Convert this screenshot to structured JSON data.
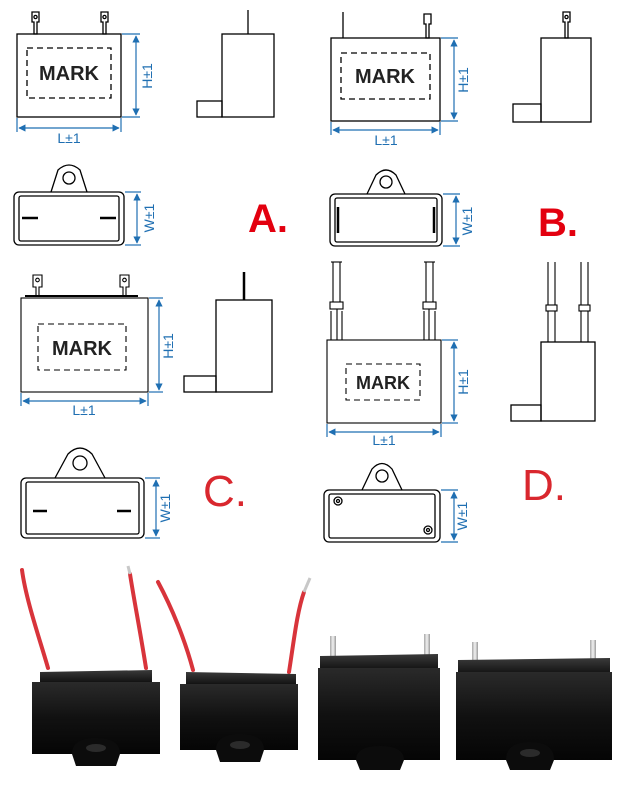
{
  "mark_text": "MARK",
  "dims": {
    "length": "L±1",
    "height": "H±1",
    "width": "W±1"
  },
  "variants": [
    {
      "letter": "A.",
      "color": "#e3000f"
    },
    {
      "letter": "B.",
      "color": "#e3000f"
    },
    {
      "letter": "C.",
      "color": "#d9272e"
    },
    {
      "letter": "D.",
      "color": "#d9272e"
    }
  ],
  "colors": {
    "line": "#000000",
    "dimension": "#1f6fb2",
    "wire": "#d8343b",
    "body": "#121212"
  },
  "photos": [
    "capacitor-with-red-leads",
    "capacitor-with-red-leads",
    "capacitor-with-tab-terminals",
    "capacitor-with-tab-terminals"
  ]
}
